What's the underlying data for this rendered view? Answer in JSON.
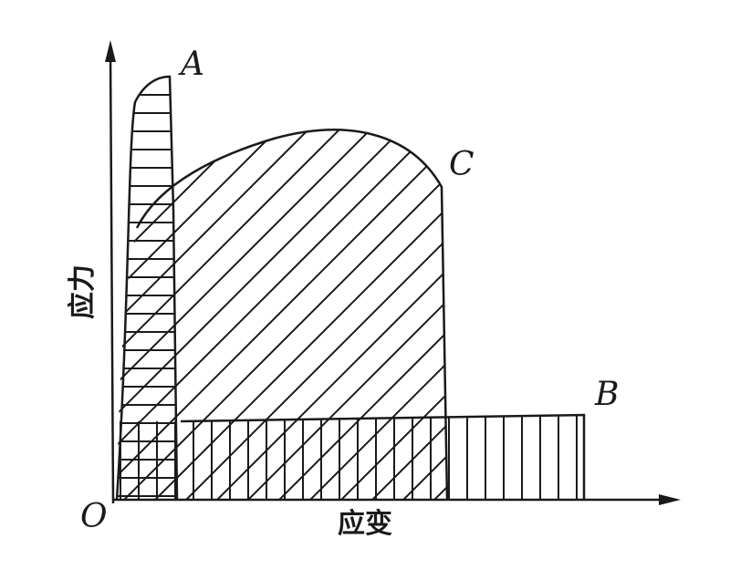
{
  "diagram": {
    "origin_label": "O",
    "x_axis_label": "应变",
    "y_axis_label": "应力",
    "curves": [
      {
        "label": "A",
        "hatch": "horizontal"
      },
      {
        "label": "C",
        "hatch": "diagonal"
      },
      {
        "label": "B",
        "hatch": "vertical"
      }
    ],
    "colors": {
      "ink": "#1a1a1a",
      "background": "#ffffff"
    }
  }
}
